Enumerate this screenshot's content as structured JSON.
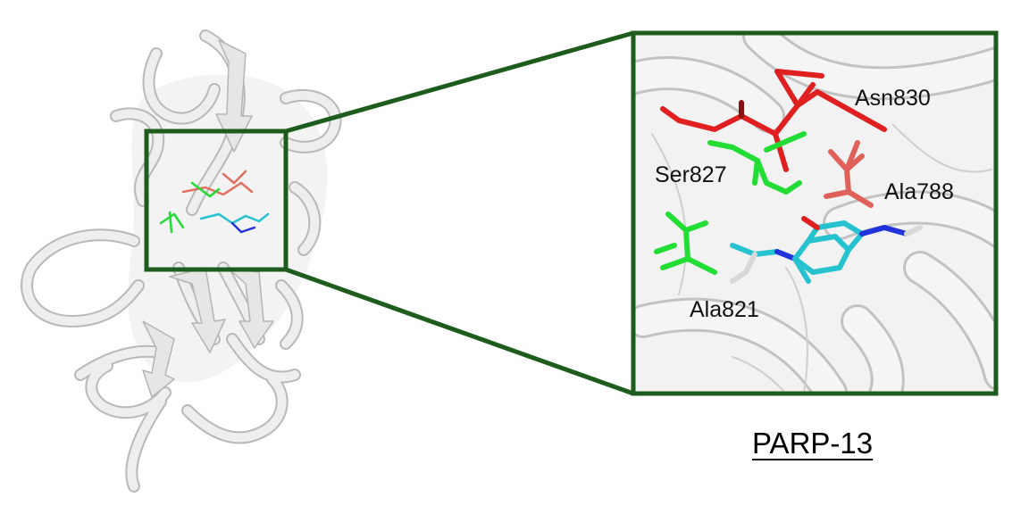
{
  "figure": {
    "protein_name": "PARP-13",
    "residue_labels": {
      "asn830": "Asn830",
      "ser827": "Ser827",
      "ala788": "Ala788",
      "ala821": "Ala821"
    },
    "colors": {
      "frame": "#1e5c1e",
      "ribbon": "#ededed",
      "ribbon_edge": "#b8b8b8",
      "asn830_residue": "#e02020",
      "ser827_residue": "#22dd33",
      "ala788_residue": "#e0605a",
      "ala821_residue": "#22dd33",
      "ligand_carbon": "#26c2d0",
      "ligand_nitrogen": "#2233dd"
    }
  }
}
